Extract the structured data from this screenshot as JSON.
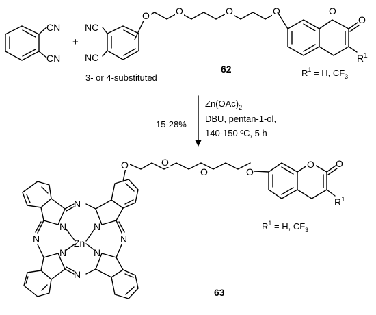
{
  "scheme": {
    "plus_sign": "+",
    "reactant1": {
      "cn_top": "CN",
      "cn_bottom": "CN"
    },
    "reactant2": {
      "cn_top": "NC",
      "cn_bottom": "NC",
      "ether_o1": "O",
      "ether_o2": "O",
      "ether_o3": "O",
      "ether_o4": "O",
      "ring_o": "O",
      "carbonyl_o": "O",
      "r_label": "R",
      "r_sup": "1",
      "caption": "3- or 4-substituted",
      "compound_number": "62",
      "r_def": "R",
      "r_def_sup": "1",
      "r_def_rest": " = H, CF",
      "r_def_sub": "3"
    },
    "conditions": {
      "yield": "15-28%",
      "reagent_main": "Zn(OAc)",
      "reagent_sub": "2",
      "line2": "DBU, pentan-1-ol,",
      "line3": "140-150 ºC, 5 h"
    },
    "product": {
      "ether_o1": "O",
      "ether_o2": "O",
      "ether_o3": "O",
      "ether_o4": "O",
      "ring_o": "O",
      "carbonyl_o": "O",
      "r_label": "R",
      "r_sup": "1",
      "r_def": "R",
      "r_def_sup": "1",
      "r_def_rest": " = H, CF",
      "r_def_sub": "3",
      "compound_number": "63",
      "zn": "Zn",
      "n_top": "N",
      "n_left": "N",
      "n_right": "N",
      "n_bottom": "N",
      "n_inner_tl": "N",
      "n_inner_tr": "N",
      "n_inner_bl": "N",
      "n_inner_br": "N"
    }
  }
}
